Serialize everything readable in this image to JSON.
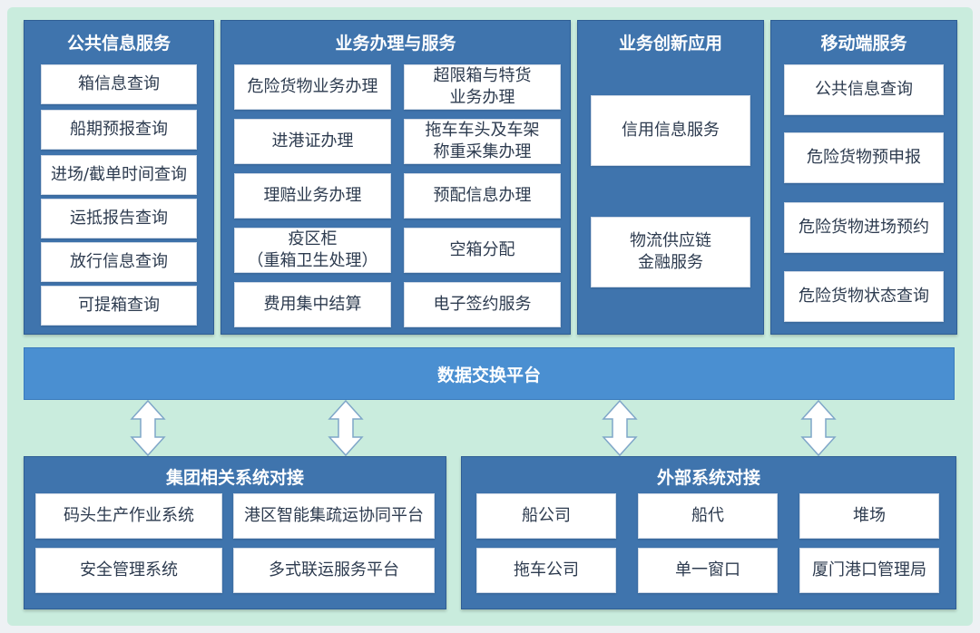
{
  "public_info": {
    "title": "公共信息服务",
    "items": [
      "箱信息查询",
      "船期预报查询",
      "进场/截单时间查询",
      "运抵报告查询",
      "放行信息查询",
      "可提箱查询"
    ]
  },
  "business": {
    "title": "业务办理与服务",
    "items": [
      "危险货物业务办理",
      "超限箱与特货\n业务办理",
      "进港证办理",
      "拖车车头及车架\n称重采集办理",
      "理赔业务办理",
      "预配信息办理",
      "疫区柜\n（重箱卫生处理）",
      "空箱分配",
      "费用集中结算",
      "电子签约服务"
    ]
  },
  "innovation": {
    "title": "业务创新应用",
    "items": [
      "信用信息服务",
      "物流供应链\n金融服务"
    ]
  },
  "mobile": {
    "title": "移动端服务",
    "items": [
      "公共信息查询",
      "危险货物预申报",
      "危险货物进场预约",
      "危险货物状态查询"
    ]
  },
  "exchange": {
    "label": "数据交换平台"
  },
  "group": {
    "title": "集团相关系统对接",
    "items": [
      "码头生产作业系统",
      "港区智能集疏运协同平台",
      "安全管理系统",
      "多式联运服务平台"
    ]
  },
  "external": {
    "title": "外部系统对接",
    "items": [
      "船公司",
      "船代",
      "堆场",
      "拖车公司",
      "单一窗口",
      "厦门港口管理局"
    ]
  },
  "colors": {
    "panel": "#3f74ad",
    "bar": "#4a8fd1",
    "background": "#c9ecdd"
  }
}
